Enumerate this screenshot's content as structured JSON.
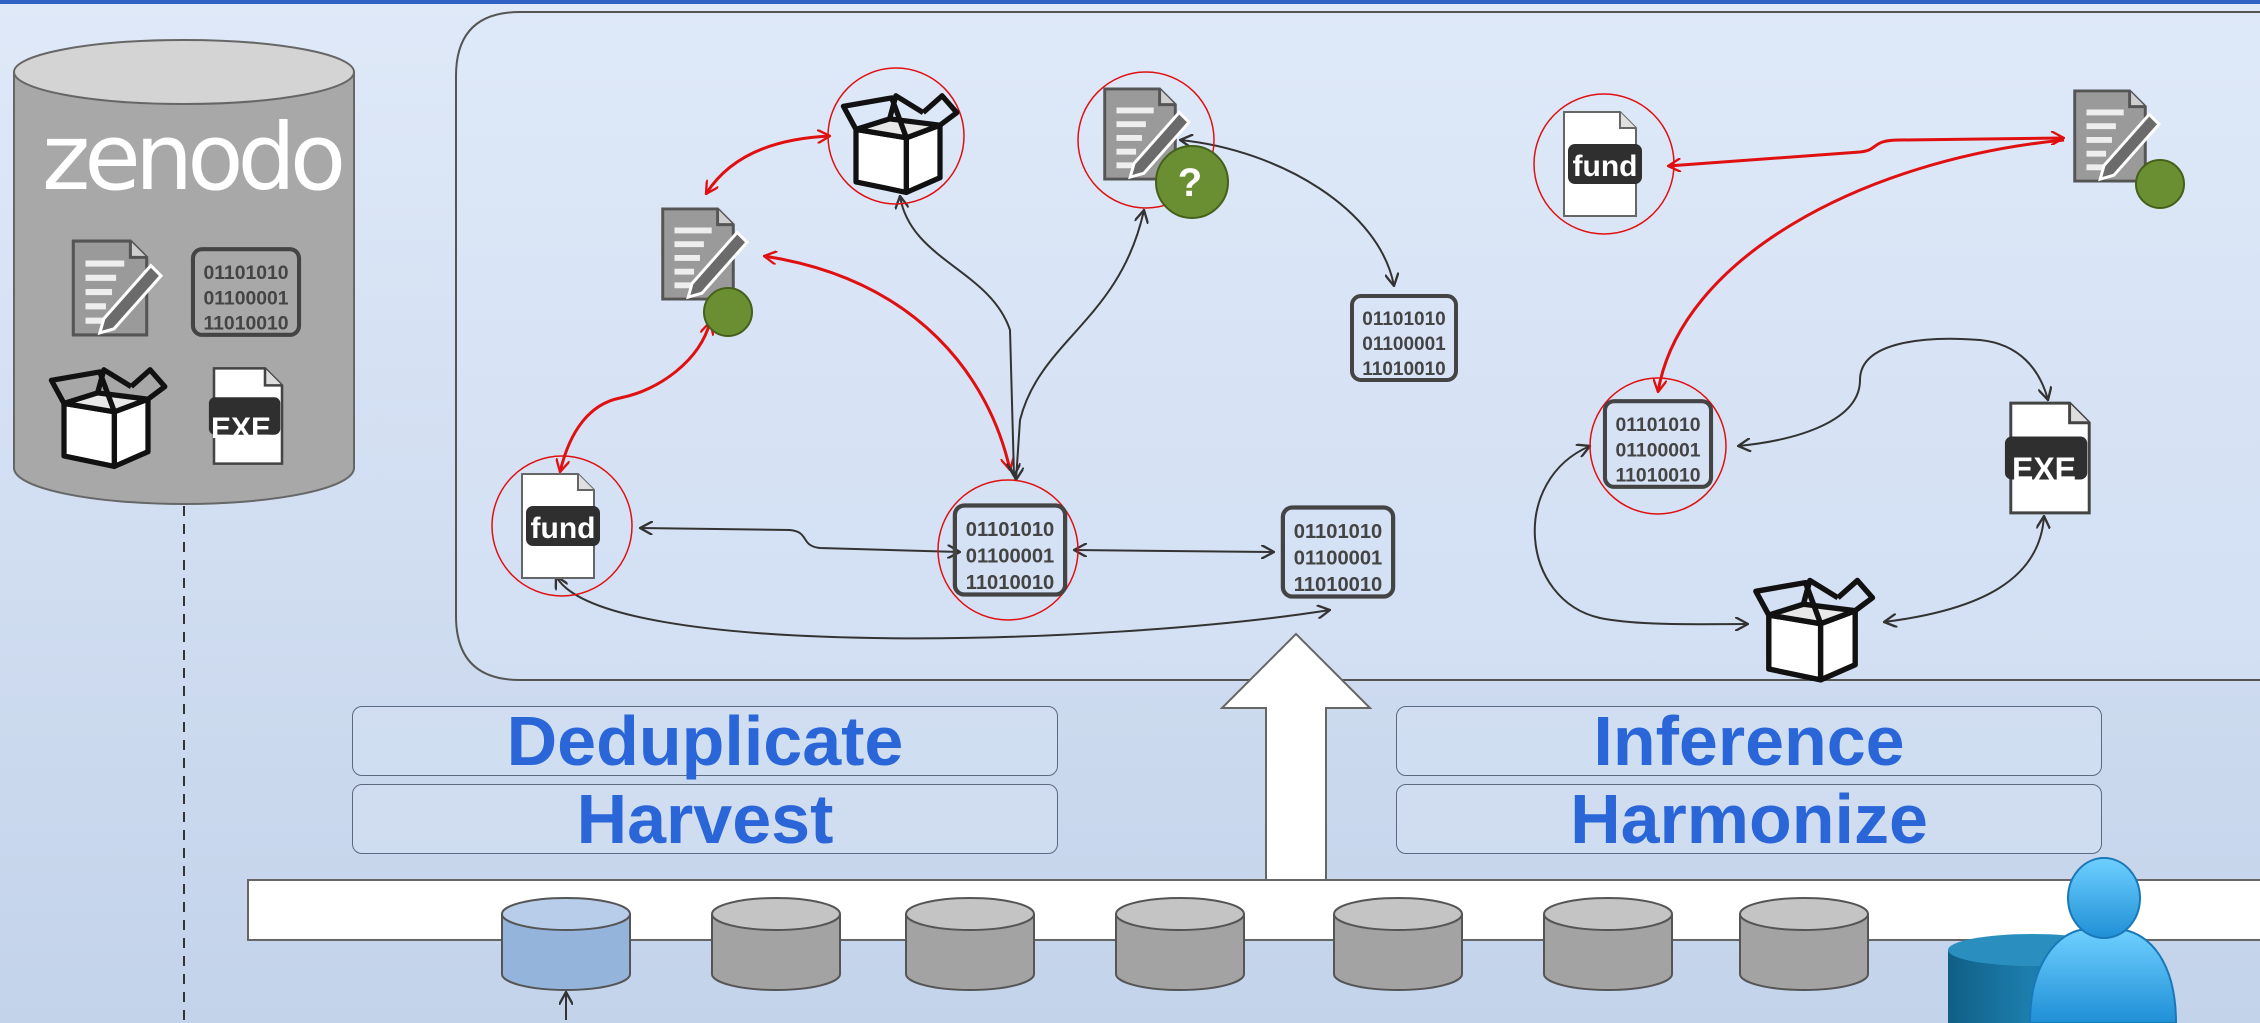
{
  "zenodo": {
    "logo_text": "zenodo"
  },
  "labels": {
    "deduplicate": "Deduplicate",
    "harvest": "Harvest",
    "inference": "Inference",
    "harmonize": "Harmonize"
  },
  "icons": {
    "fund_label": "fund",
    "exe_label": "EXE",
    "unknown_mark": "?",
    "binary_lines": [
      "01101010",
      "01100001",
      "11010010"
    ]
  },
  "colors": {
    "accent_blue": "#2a66d8",
    "link_red": "#e01010",
    "link_gray": "#333333",
    "green_dot": "#6a8f32",
    "cylinder_gray": "#a3a3a3",
    "cylinder_blue": "#94b4dc"
  }
}
